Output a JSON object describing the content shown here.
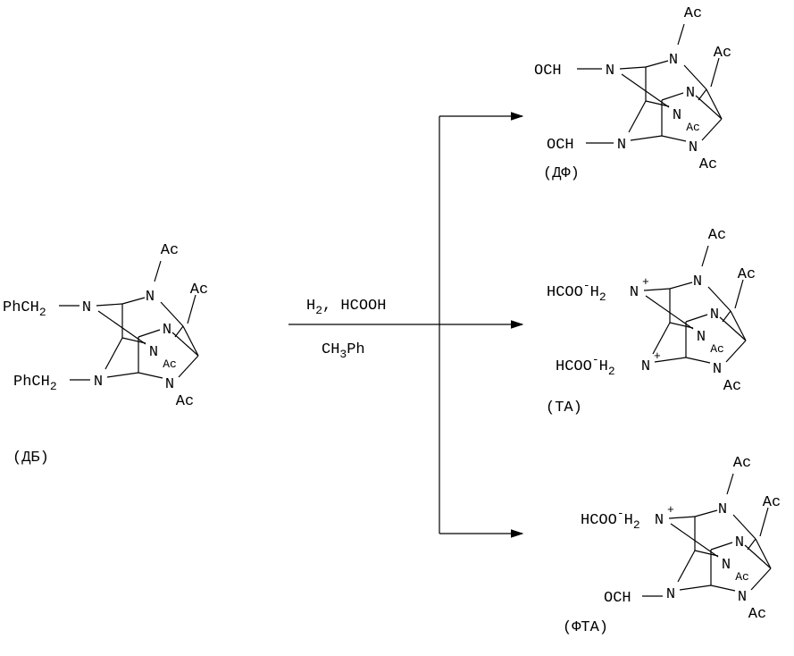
{
  "atoms": {
    "N": "N",
    "Ac": "Ac",
    "plus": "+"
  },
  "reagents": {
    "line1_a": "H",
    "line1_a_sub": "2",
    "line1_b": ",  HCOOH",
    "line2_a": "CH",
    "line2_a_sub": "3",
    "line2_b": "Ph"
  },
  "molecules": {
    "db": {
      "label": "(ДБ)",
      "sub_top": "PhCH",
      "sub_top_idx": "2",
      "sub_bot": "PhCH",
      "sub_bot_idx": "2"
    },
    "df": {
      "label": "(ДФ)",
      "sub_top": "OCH",
      "sub_bot": "OCH"
    },
    "ta": {
      "label": "(ТА)",
      "sub_top": "HCOO",
      "sub_top_sup": "-",
      "sub_top_h": "H",
      "sub_top_idx": "2",
      "sub_bot": "HCOO",
      "sub_bot_sup": "-",
      "sub_bot_h": "H",
      "sub_bot_idx": "2"
    },
    "fta": {
      "label": "(ФТА)",
      "sub_top": "HCOO",
      "sub_top_sup": "-",
      "sub_top_h": "H",
      "sub_top_idx": "2",
      "sub_bot": "OCH"
    }
  }
}
